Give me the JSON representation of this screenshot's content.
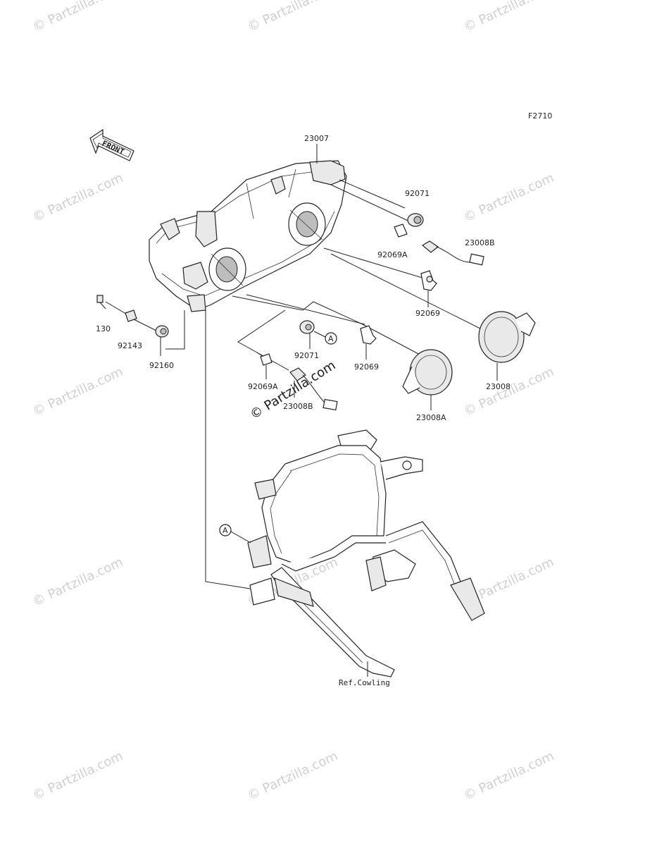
{
  "figure_code": "F2710",
  "front_arrow_label": "FRONT",
  "watermark_text": "© Partzilla.com",
  "center_watermark_text": "© Partzilla.com",
  "callout_marker": "A",
  "ref_label": "Ref.Cowling",
  "part_labels": {
    "headlight_assembly": "23007",
    "grommet_upper": "92071",
    "bulb_upper_small": "92069A",
    "socket_upper": "23008B",
    "bulb_right": "92069",
    "cover_right": "23008",
    "screw": "130",
    "collar": "92143",
    "damper": "92160",
    "grommet_lower": "92071",
    "bulb_center": "92069",
    "cover_center": "23008A",
    "bulb_lower_small": "92069A",
    "socket_lower": "23008B"
  }
}
